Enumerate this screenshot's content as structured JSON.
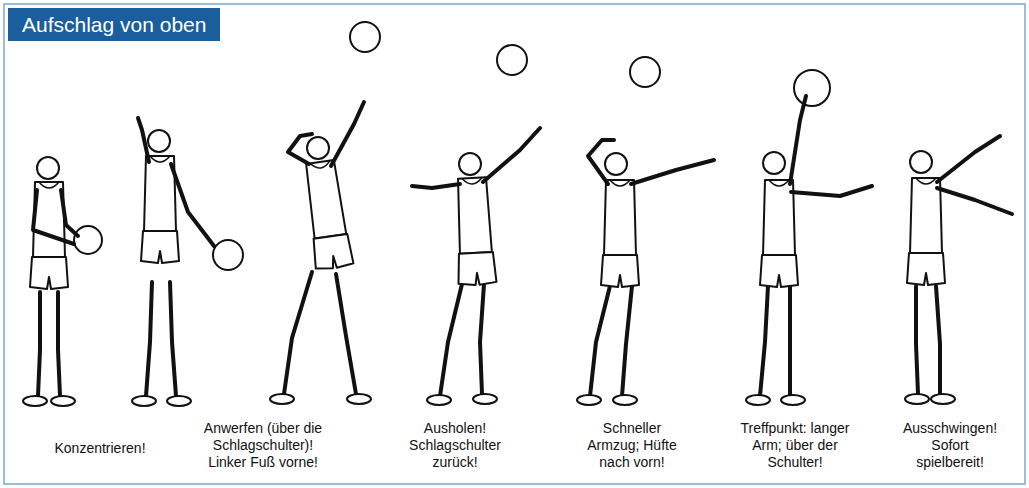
{
  "diagram": {
    "title": "Aufschlag von oben",
    "labels": [
      "Konzentrieren!",
      "Anwerfen (über die Schlagschulter)! Linker Fuß vorne!",
      "Ausholen! Schlagschulter zurück!",
      "Schneller Armzug; Hüfte nach vorn!",
      "Treffpunkt: langer Arm; über der Schulter!",
      "Ausschwingen! Sofort spielbereit!"
    ]
  }
}
